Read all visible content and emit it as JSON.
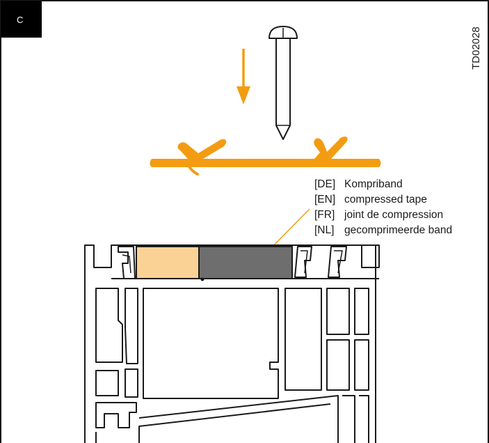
{
  "panel": {
    "badge": "C",
    "doc_code": "TD02028"
  },
  "legend": [
    {
      "code": "[DE]",
      "text": "Kompriband"
    },
    {
      "code": "[EN]",
      "text": "compressed tape"
    },
    {
      "code": "[FR]",
      "text": "joint de compression"
    },
    {
      "code": "[NL]",
      "text": "gecomprimeerde band"
    }
  ],
  "colors": {
    "accent_orange": "#F39C12",
    "tape_light": "#FAD295",
    "tape_dark": "#6E6E6E",
    "outline": "#1a1a1a",
    "badge_bg": "#000000"
  }
}
